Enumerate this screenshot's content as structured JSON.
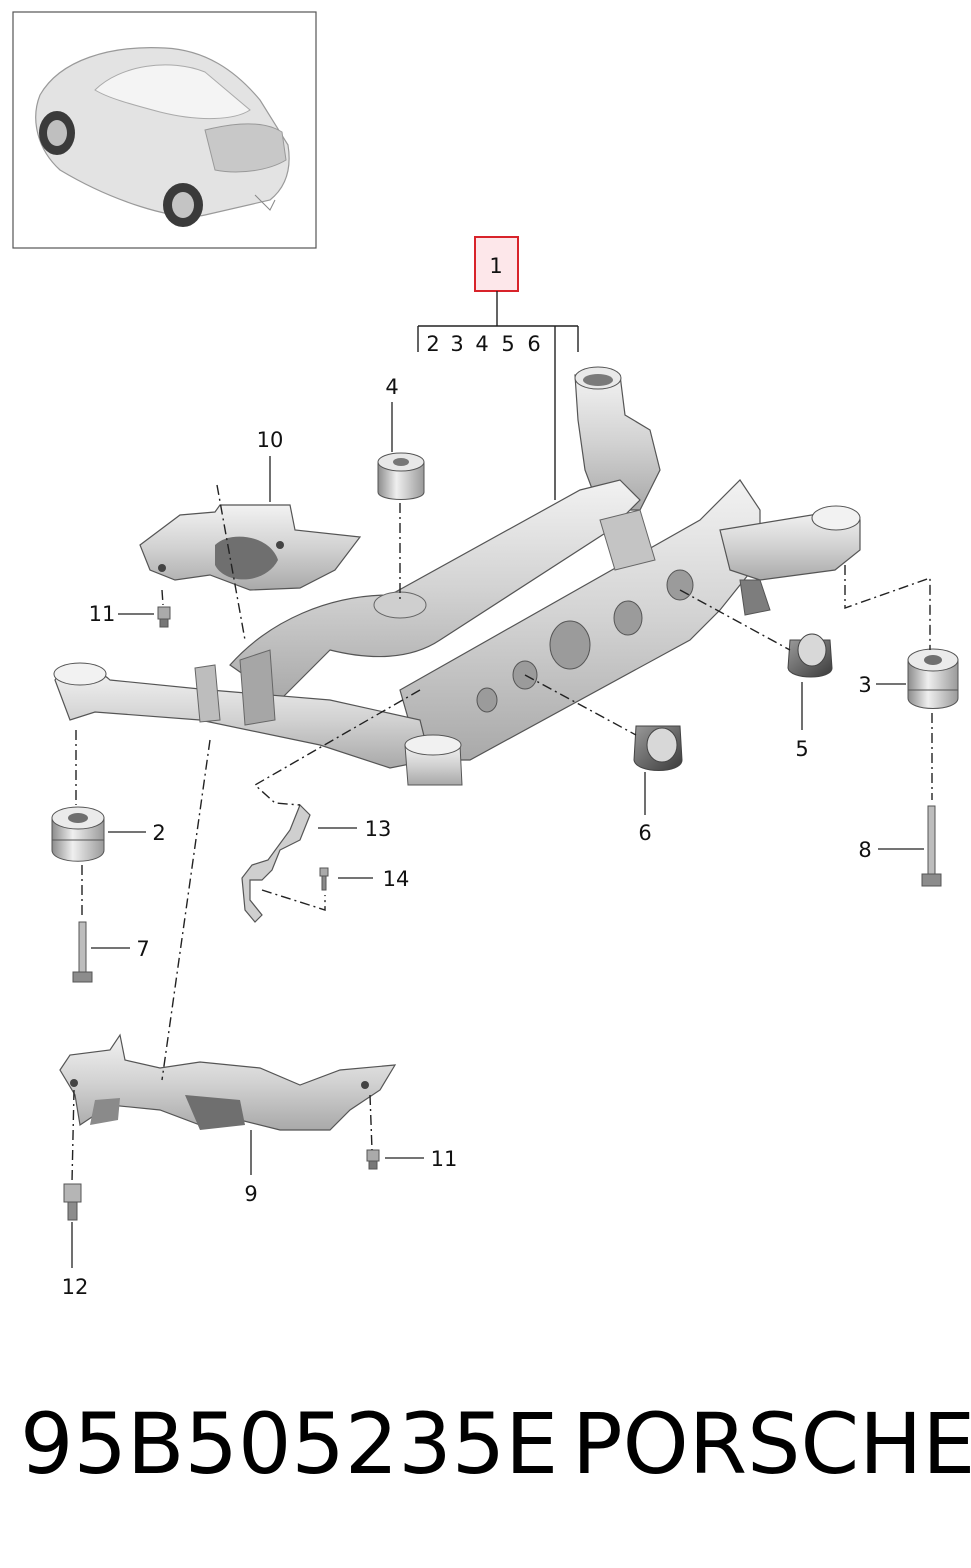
{
  "callouts": {
    "main_assembly": "1",
    "sub_items": [
      "2",
      "3",
      "4",
      "5",
      "6"
    ],
    "c2": "2",
    "c3": "3",
    "c4": "4",
    "c5": "5",
    "c6": "6",
    "c7": "7",
    "c8": "8",
    "c9": "9",
    "c10": "10",
    "c11a": "11",
    "c11b": "11",
    "c12": "12",
    "c13": "13",
    "c14": "14"
  },
  "footer": {
    "part_number": "95B505235E",
    "brand": "PORSCHE"
  },
  "colors": {
    "highlight_border": "#d8232a",
    "highlight_fill": "#fde7ea",
    "part_fill": "#d9d9d9",
    "line": "#222222"
  }
}
